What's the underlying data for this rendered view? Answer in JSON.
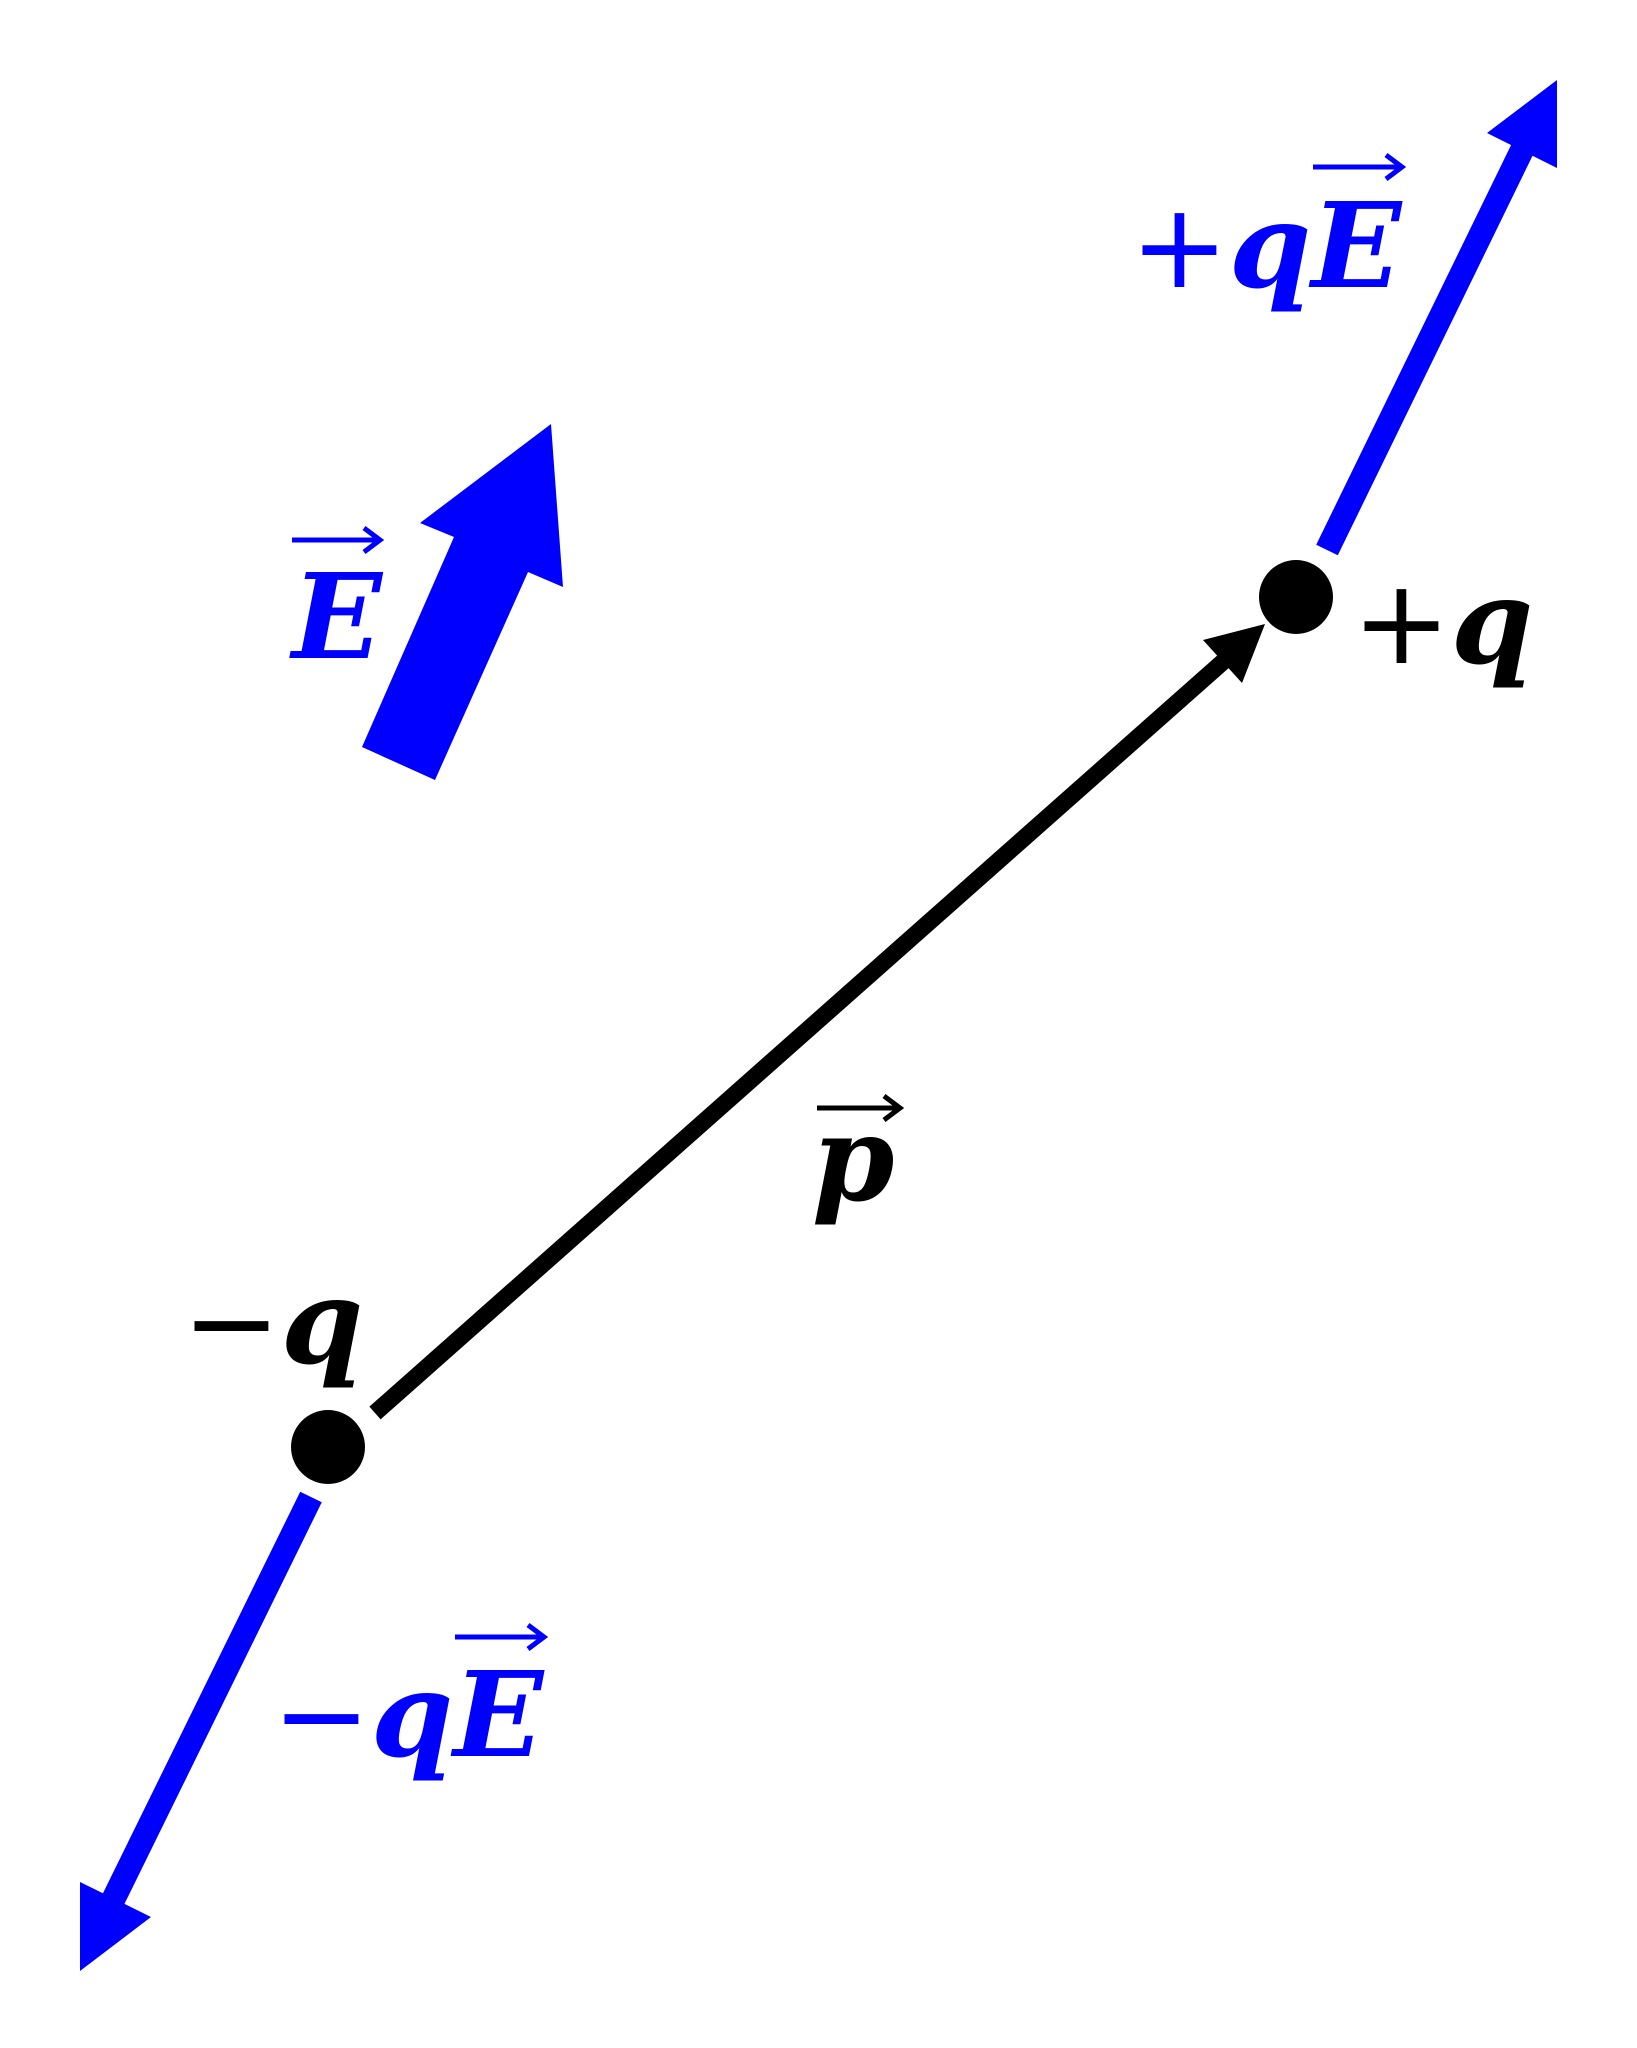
{
  "colors": {
    "field": "#0000ff",
    "dipole": "#000000",
    "background": "#ffffff"
  },
  "labels": {
    "field": {
      "symbol": "E",
      "vector": true
    },
    "force_positive": {
      "sign": "+",
      "charge": "q",
      "field": "E"
    },
    "force_negative": {
      "sign": "−",
      "charge": "q",
      "field": "E"
    },
    "charge_positive": {
      "sign": "+",
      "charge": "q"
    },
    "charge_negative": {
      "sign": "−",
      "charge": "q"
    },
    "dipole_moment": {
      "symbol": "p",
      "vector": true
    }
  },
  "diagram": {
    "description": "Electric dipole in a uniform electric field E, with forces +qE and -qE acting on the charges and dipole moment p pointing from -q to +q",
    "elements": [
      "field-arrow",
      "positive-charge",
      "negative-charge",
      "dipole-moment-arrow",
      "force-on-positive",
      "force-on-negative"
    ]
  }
}
